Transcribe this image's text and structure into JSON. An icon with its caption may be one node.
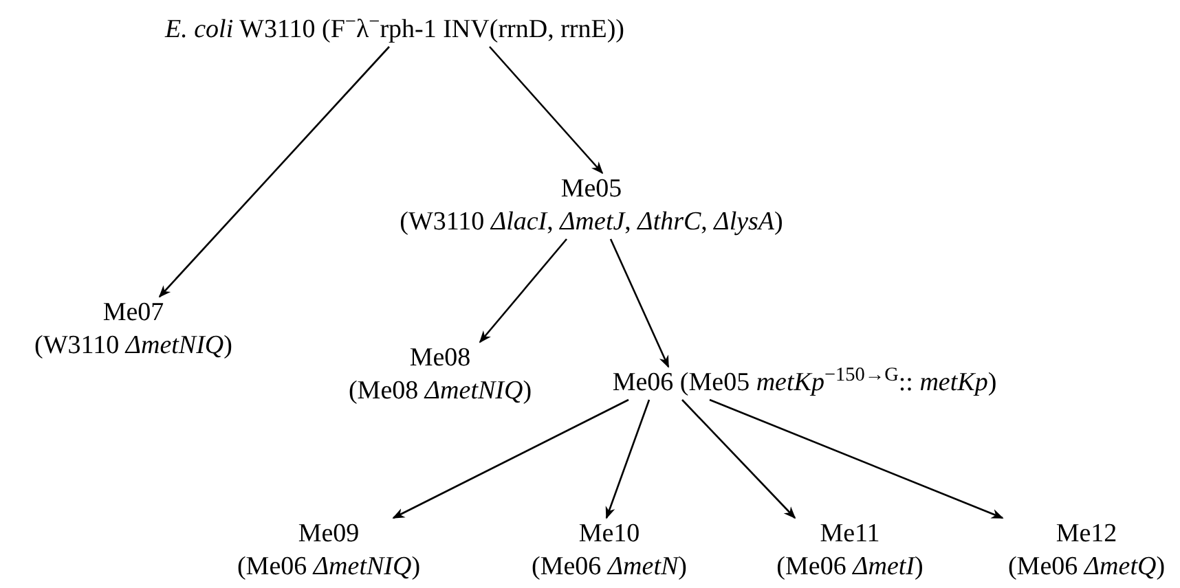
{
  "diagram": {
    "nodes": [
      {
        "text": [
          "*E. coli* W3110 (F$^{−}$λ$^{−}$rph-1 INV(rrnD, rrnE))"
        ]
      },
      {
        "text": [
          "Me05",
          "(W3110 *ΔlacI*, *ΔmetJ*, *ΔthrC*, *ΔlysA*)"
        ]
      },
      {
        "text": [
          "Me07",
          "(W3110 *ΔmetNIQ*)"
        ]
      },
      {
        "text": [
          "Me08",
          "(Me08 *ΔmetNIQ*)"
        ]
      },
      {
        "text": [
          "Me06 (Me05 *metKp*$^{−150→G}$:: *metKp*)"
        ]
      },
      {
        "text": [
          "Me09",
          "(Me06 *ΔmetNIQ*)"
        ]
      },
      {
        "text": [
          "Me10",
          "(Me06 *ΔmetN*)"
        ]
      },
      {
        "text": [
          "Me11",
          "(Me06 *ΔmetI*)"
        ]
      },
      {
        "text": [
          "Me12",
          "(Me06 *ΔmetQ*)"
        ]
      }
    ],
    "edges": [
      {
        "from": 0,
        "to": 2,
        "arrow": "to"
      },
      {
        "from": 0,
        "to": 1,
        "arrow": "to"
      },
      {
        "from": 1,
        "to": 3,
        "arrow": "to"
      },
      {
        "from": 1,
        "to": 4,
        "arrow": "to"
      },
      {
        "from": 4,
        "to": 5,
        "arrow": "to"
      },
      {
        "from": 4,
        "to": 6,
        "arrow": "to"
      },
      {
        "from": 4,
        "to": 7,
        "arrow": "to"
      },
      {
        "from": 4,
        "to": 8,
        "arrow": "to"
      }
    ]
  }
}
